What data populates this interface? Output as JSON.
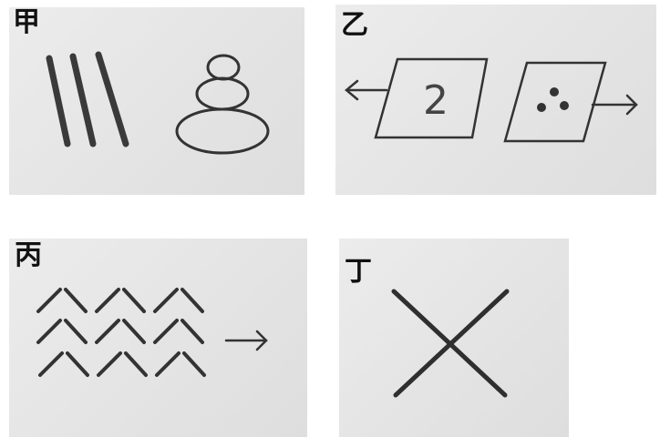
{
  "panels": [
    {
      "label": "甲",
      "icons": [
        "three-strokes-icon",
        "stacked-stones-icon"
      ]
    },
    {
      "label": "乙",
      "card_number": "2",
      "icons": [
        "left-arrow-icon",
        "three-dots-card-icon",
        "right-arrow-icon"
      ]
    },
    {
      "label": "丙",
      "icons": [
        "chevron-pattern-icon",
        "right-arrow-icon"
      ]
    },
    {
      "label": "丁",
      "icons": [
        "cross-icon"
      ]
    }
  ],
  "colors": {
    "ink": "#2f2f2f",
    "paper": "#e6e6e6"
  }
}
